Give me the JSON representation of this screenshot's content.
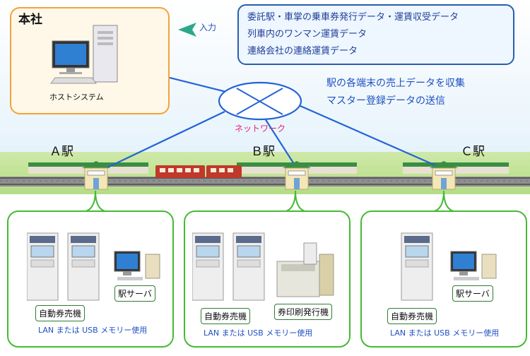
{
  "hq": {
    "title": "本社",
    "host_label": "ホストシステム"
  },
  "input_label": "入力",
  "data_box": {
    "lines": [
      "委託駅・車掌の乗車券発行データ・運賃収受データ",
      "列車内のワンマン運賃データ",
      "連絡会社の連絡運賃データ"
    ]
  },
  "collect_text": [
    "駅の各端末の売上データを収集",
    "マスター登録データの送信"
  ],
  "network_label": "ネットワーク",
  "stations": [
    {
      "name": "Ａ駅"
    },
    {
      "name": "Ｂ駅"
    },
    {
      "name": "Ｃ駅"
    }
  ],
  "panels": [
    {
      "machine_label": "自動券売機",
      "server_label": "駅サーバ",
      "footer": "LAN または USB メモリー使用"
    },
    {
      "machine_label": "自動券売機",
      "printer_label": "券印刷発行機",
      "footer": "LAN または USB メモリー使用"
    },
    {
      "machine_label": "自動券売機",
      "server_label": "駅サーバ",
      "footer": "LAN または USB メモリー使用"
    }
  ],
  "colors": {
    "hq_border": "#f2a23a",
    "hq_bg": "#fff8e8",
    "data_border": "#2a5db0",
    "network_line": "#2463d6",
    "panel_border": "#44bb33",
    "label_blue": "#1f4fc2",
    "network_text": "#e0207a",
    "arrow": "#2aa889"
  }
}
